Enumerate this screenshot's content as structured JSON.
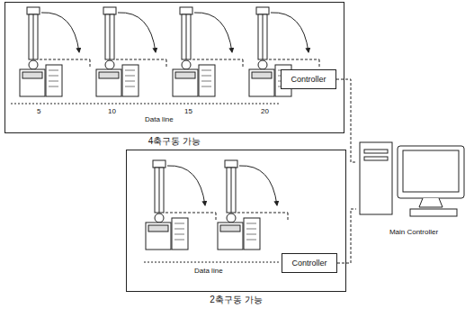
{
  "diagram": {
    "nodes": [
      {
        "text": [
          "4축구동 가능"
        ]
      },
      {
        "text": [
          "Controller"
        ],
        "in": 0
      },
      {
        "text": [
          "2축구동 가능"
        ]
      },
      {
        "text": [
          "Controller"
        ],
        "in": 2
      },
      {
        "text": [
          "Main Controller"
        ]
      }
    ],
    "edges": [
      {
        "from": 1,
        "to": 4,
        "arrow": "none"
      },
      {
        "from": 3,
        "to": 4,
        "arrow": "none"
      }
    ],
    "labels": [
      "5",
      "10",
      "15",
      "20",
      "Data line",
      "Data line"
    ]
  }
}
